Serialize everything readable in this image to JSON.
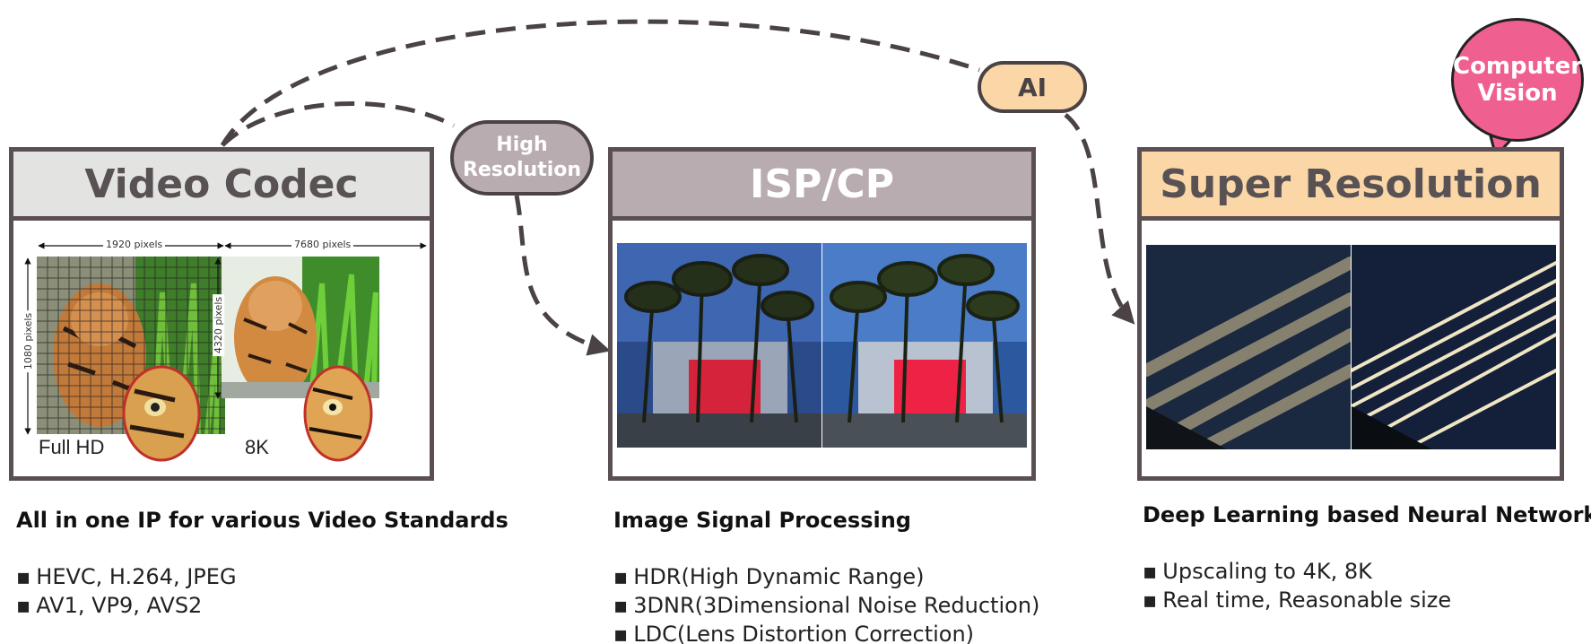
{
  "bubbles": {
    "high_resolution": [
      "High",
      "Resolution"
    ],
    "ai": "AI",
    "computer_vision": [
      "Computer",
      "Vision"
    ]
  },
  "panels": [
    {
      "title": "Video Codec",
      "header_color": "#e3e4e1",
      "images": {
        "left_width_label": "1920 pixels",
        "left_height_label": "1080 pixels",
        "left_caption": "Full HD",
        "right_width_label": "7680 pixels",
        "right_height_label": "4320 pixels",
        "right_caption": "8K"
      },
      "description_title": "All in one IP for various Video Standards",
      "bullets": [
        "HEVC, H.264, JPEG",
        "AV1, VP9, AVS2"
      ]
    },
    {
      "title": "ISP/CP",
      "header_color": "#b9acb0",
      "description_title": "Image Signal Processing",
      "bullets": [
        "HDR(High Dynamic Range)",
        "3DNR(3Dimensional Noise Reduction)",
        "LDC(Lens Distortion Correction)"
      ]
    },
    {
      "title": "Super Resolution",
      "header_color": "#fbd6a6",
      "description_title": "Deep Learning based Neural Network",
      "bullets": [
        "Upscaling to 4K, 8K",
        "Real time, Reasonable size"
      ]
    }
  ],
  "colors": {
    "border": "#5a4f52",
    "arrow": "#4a4244",
    "computer_vision": "#ef5f8f"
  }
}
